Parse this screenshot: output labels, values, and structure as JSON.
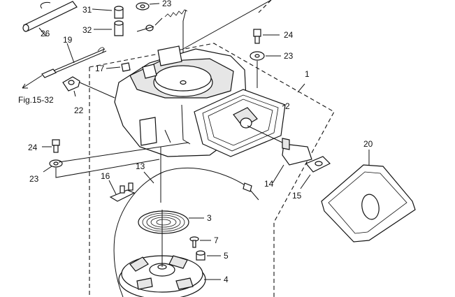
{
  "diagram": {
    "callouts": {
      "c1": "1",
      "c2": "2",
      "c3": "3",
      "c4": "4",
      "c5": "5",
      "c7": "7",
      "c13": "13",
      "c14": "14",
      "c15": "15",
      "c16": "16",
      "c17": "17",
      "c19": "19",
      "c20": "20",
      "c22": "22",
      "c23a": "23",
      "c23b": "23",
      "c23c": "23",
      "c24a": "24",
      "c24b": "24",
      "c26": "26",
      "c31": "31",
      "c32": "32"
    },
    "figure_ref": "Fig.15-32"
  }
}
